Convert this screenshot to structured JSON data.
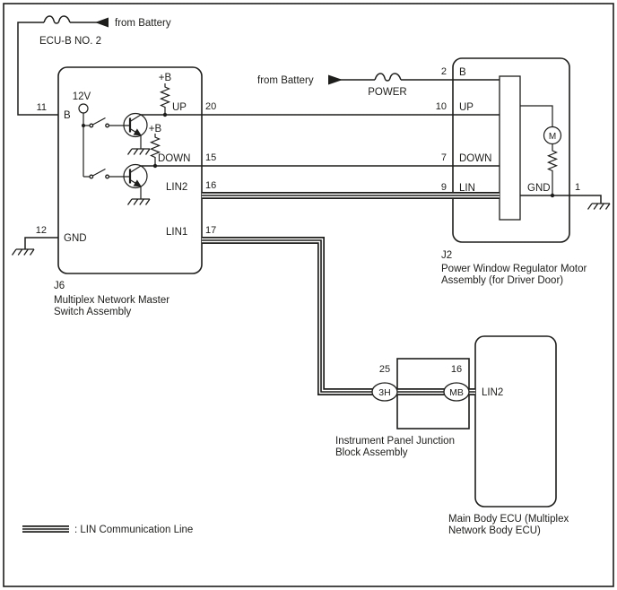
{
  "style": {
    "ink": "#1d1d1b",
    "background": "#ffffff"
  },
  "feeds": {
    "ecub_fuse_label": "ECU-B NO. 2",
    "ecub_source": "from Battery",
    "power_source": "from Battery",
    "power_fuse_label": "POWER"
  },
  "j6": {
    "id": "J6",
    "name_line1": "Multiplex Network Master",
    "name_line2": "Switch Assembly",
    "internal_12v": "12V",
    "internal_plus_b_up": "+B",
    "internal_plus_b_down": "+B",
    "pin11_num": "11",
    "pin11_label": "B",
    "pin12_num": "12",
    "pin12_label": "GND",
    "pin20_num": "20",
    "pin20_label": "UP",
    "pin15_num": "15",
    "pin15_label": "DOWN",
    "pin16_num": "16",
    "pin16_label": "LIN2",
    "pin17_num": "17",
    "pin17_label": "LIN1"
  },
  "j2": {
    "id": "J2",
    "name_line1": "Power Window Regulator Motor",
    "name_line2": "Assembly (for Driver Door)",
    "pin2_num": "2",
    "pin2_label": "B",
    "pin10_num": "10",
    "pin10_label": "UP",
    "pin7_num": "7",
    "pin7_label": "DOWN",
    "pin9_num": "9",
    "pin9_label": "LIN",
    "pin1_num": "1",
    "pin1_label": "GND",
    "motor_label": "M"
  },
  "junction_block": {
    "name_line1": "Instrument Panel Junction",
    "name_line2": "Block Assembly",
    "pin25_num": "25",
    "connector_3h": "3H",
    "pin16_num": "16",
    "connector_mb": "MB"
  },
  "main_body_ecu": {
    "name_line1": "Main Body ECU (Multiplex",
    "name_line2": "Network Body ECU)",
    "pin_lin2_label": "LIN2"
  },
  "legend": {
    "lin_line_label": ": LIN Communication Line"
  }
}
